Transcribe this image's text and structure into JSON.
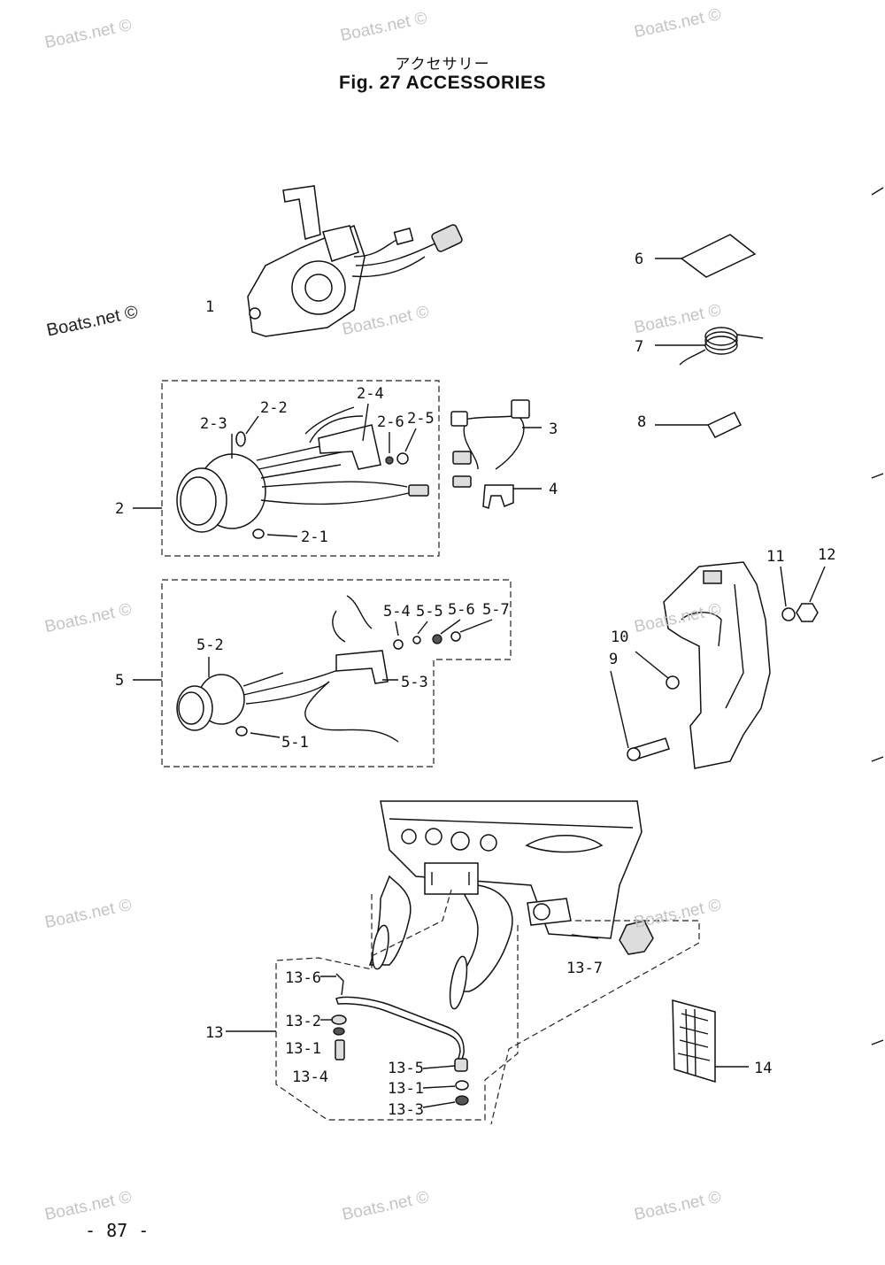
{
  "header": {
    "title_jp": "アクセサリー",
    "title_en": "Fig. 27   ACCESSORIES"
  },
  "page_number": "- 87 -",
  "watermarks": [
    "Boats.net ©",
    "Boats.net ©",
    "Boats.net ©",
    "Boats.net ©",
    "Boats.net ©",
    "Boats.net ©",
    "Boats.net ©",
    "Boats.net ©",
    "Boats.net ©",
    "Boats.net ©",
    "Boats.net ©",
    "Boats.net ©",
    "Boats.net ©"
  ],
  "callouts": {
    "p1": "1",
    "p2": "2",
    "p2_1": "2-1",
    "p2_2": "2-2",
    "p2_3": "2-3",
    "p2_4": "2-4",
    "p2_5": "2-5",
    "p2_6": "2-6",
    "p3": "3",
    "p4": "4",
    "p5": "5",
    "p5_1": "5-1",
    "p5_2": "5-2",
    "p5_3": "5-3",
    "p5_4": "5-4",
    "p5_5": "5-5",
    "p5_6": "5-6",
    "p5_7": "5-7",
    "p6": "6",
    "p7": "7",
    "p8": "8",
    "p9": "9",
    "p10": "10",
    "p11": "11",
    "p12": "12",
    "p13": "13",
    "p13_1a": "13-1",
    "p13_1b": "13-1",
    "p13_2": "13-2",
    "p13_3": "13-3",
    "p13_4": "13-4",
    "p13_5": "13-5",
    "p13_6": "13-6",
    "p13_7": "13-7",
    "p14": "14"
  }
}
